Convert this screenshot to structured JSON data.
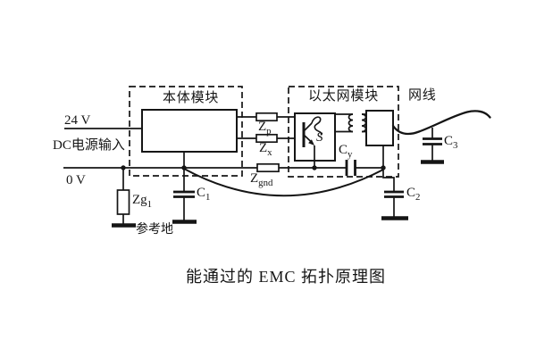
{
  "colors": {
    "ink": "#151515",
    "paper": "#ffffff"
  },
  "power_input": {
    "rail_24v": "24 V",
    "label": "DC电源输入",
    "rail_0v": "0 V"
  },
  "reference_ground": {
    "impedance_main": "Zg",
    "impedance_sub": "1",
    "label": "参考地"
  },
  "main_module": {
    "title": "本体模块"
  },
  "ethernet_module": {
    "title": "以太网模块",
    "switch_label": "S"
  },
  "cable": {
    "label": "网线"
  },
  "impedances": {
    "zp": {
      "main": "Z",
      "sub": "p"
    },
    "zx": {
      "main": "Z",
      "sub": "x"
    },
    "zgnd": {
      "main": "Z",
      "sub": "gnd"
    }
  },
  "capacitors": {
    "c1": {
      "main": "C",
      "sub": "1"
    },
    "c2": {
      "main": "C",
      "sub": "2"
    },
    "c3": {
      "main": "C",
      "sub": "3"
    },
    "cy": {
      "main": "C",
      "sub": "y"
    }
  },
  "caption": "能通过的 EMC 拓扑原理图"
}
